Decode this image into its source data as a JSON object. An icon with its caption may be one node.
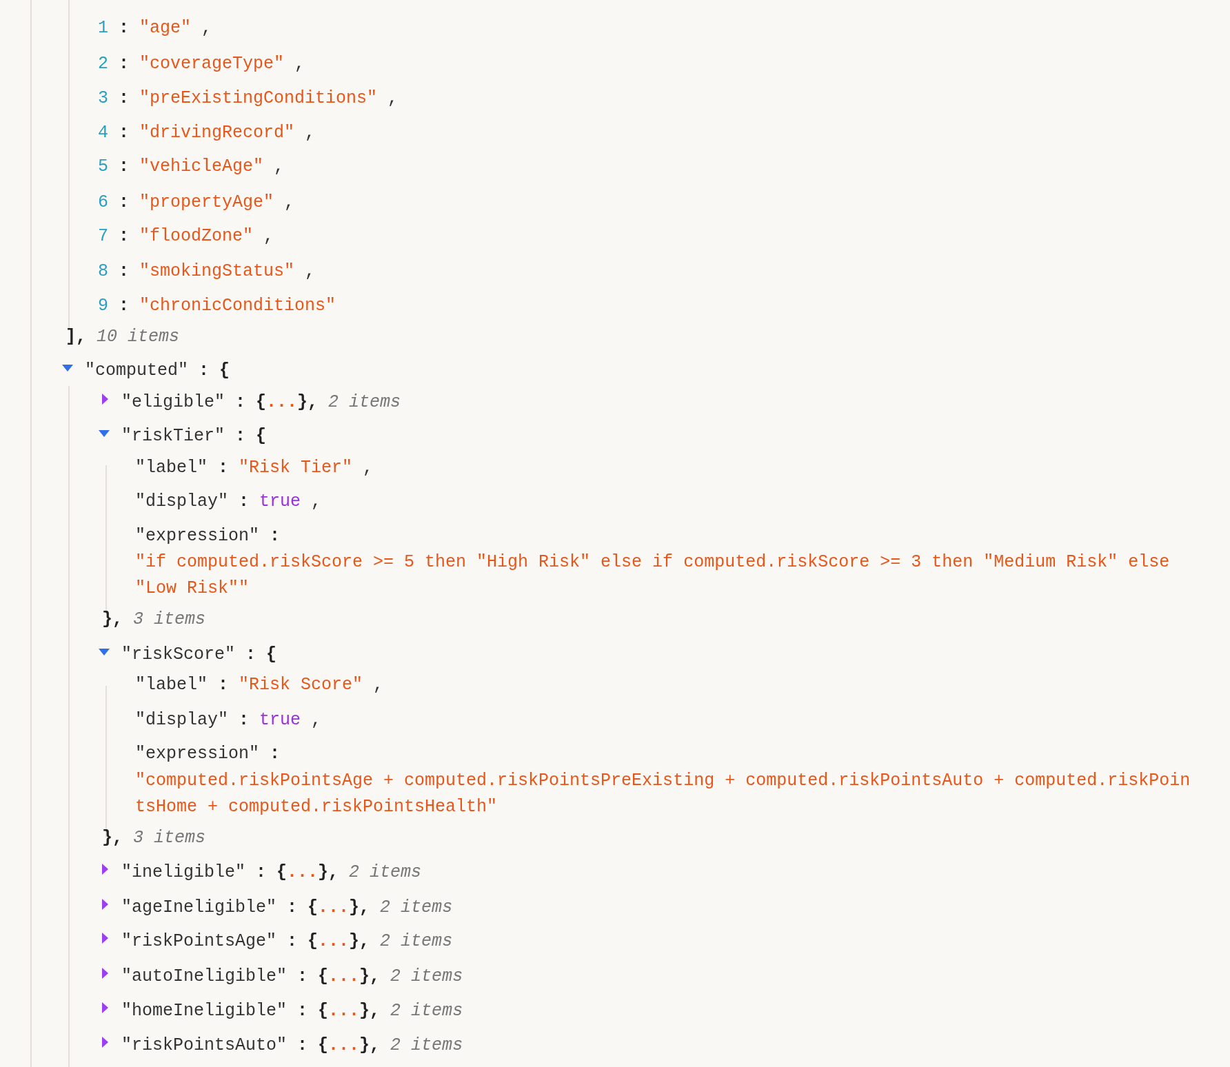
{
  "diagram": {
    "labels": [
      "1 : \"age\" ,",
      "2 : \"coverageType\" ,",
      "3 : \"preExistingConditions\" ,",
      "4 : \"drivingRecord\" ,",
      "5 : \"vehicleAge\" ,",
      "6 : \"propertyAge\" ,",
      "7 : \"floodZone\" ,",
      "8 : \"smokingStatus\" ,",
      "9 : \"chronicConditions\"",
      "], 10 items",
      "\"computed\" : {",
      "\"eligible\" : {...}, 2 items",
      "\"riskTier\" : {",
      "\"label\" : \"Risk Tier\" ,",
      "\"display\" : true ,",
      "\"expression\" :",
      "\"if computed.riskScore >= 5 then \"High Risk\" else if computed.riskScore >= 3 then \"Medium Risk\" else \"Low Risk\"\"",
      "}, 3 items",
      "\"riskScore\" : {",
      "\"label\" : \"Risk Score\" ,",
      "\"display\" : true ,",
      "\"expression\" :",
      "\"computed.riskPointsAge + computed.riskPointsPreExisting + computed.riskPointsAuto + computed.riskPointsHome + computed.riskPointsHealth\"",
      "}, 3 items",
      "\"ineligible\" : {...}, 2 items",
      "\"ageIneligible\" : {...}, 2 items",
      "\"riskPointsAge\" : {...}, 2 items",
      "\"autoIneligible\" : {...}, 2 items",
      "\"homeIneligible\" : {...}, 2 items",
      "\"riskPointsAuto\" : {...}, 2 items"
    ]
  }
}
